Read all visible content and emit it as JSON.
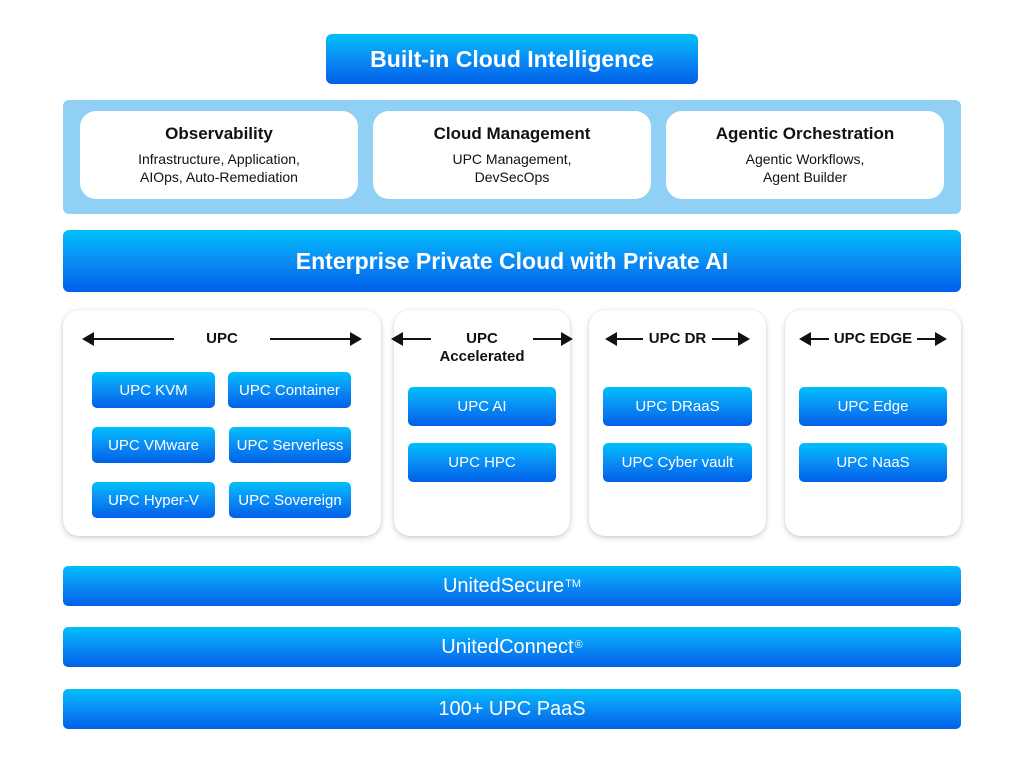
{
  "title": "Built-in Cloud Intelligence",
  "colors": {
    "blue_top": "#00c0fb",
    "blue_bottom": "#0060e8",
    "panel_light_blue": "#8fd0f4",
    "card_white": "#ffffff",
    "text_dark": "#111111"
  },
  "intelligence": [
    {
      "title": "Observability",
      "description": "Infrastructure, Application,\nAIOps, Auto-Remediation"
    },
    {
      "title": "Cloud Management",
      "description": "UPC Management,\nDevSecOps"
    },
    {
      "title": "Agentic Orchestration",
      "description": "Agentic Workflows,\nAgent Builder"
    }
  ],
  "enterprise_bar": "Enterprise Private Cloud with Private AI",
  "groups": [
    {
      "label": "UPC",
      "items": [
        "UPC KVM",
        "UPC Container",
        "UPC VMware",
        "UPC Serverless",
        "UPC Hyper-V",
        "UPC Sovereign"
      ]
    },
    {
      "label": "UPC\nAccelerated",
      "items": [
        "UPC AI",
        "UPC HPC"
      ]
    },
    {
      "label": "UPC DR",
      "items": [
        "UPC DRaaS",
        "UPC Cyber vault"
      ]
    },
    {
      "label": "UPC EDGE",
      "items": [
        "UPC Edge",
        "UPC NaaS"
      ]
    }
  ],
  "foundation": [
    {
      "label": "UnitedSecure",
      "mark": "TM"
    },
    {
      "label": "UnitedConnect",
      "mark": "®"
    },
    {
      "label": "100+ UPC PaaS",
      "mark": ""
    }
  ]
}
